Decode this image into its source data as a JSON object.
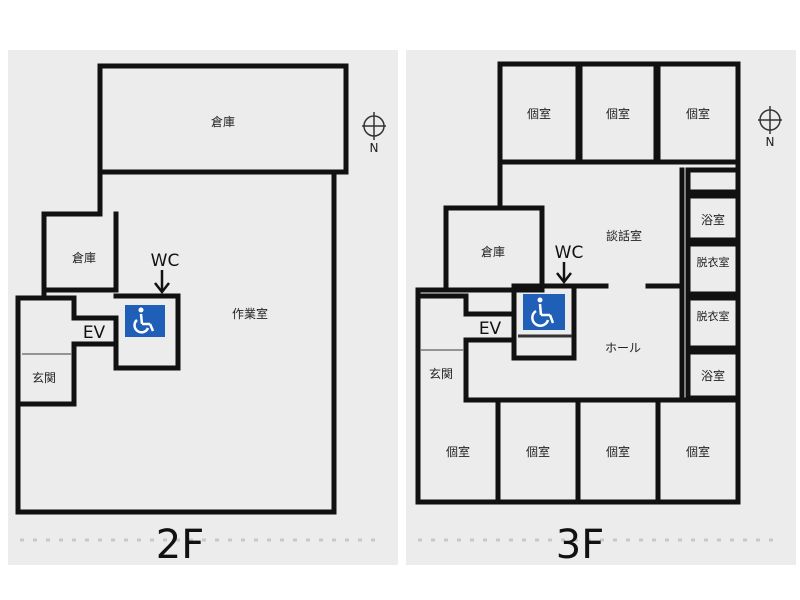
{
  "floors": [
    {
      "id": "2f",
      "label": "2F",
      "rooms": {
        "storage_top": "倉庫",
        "storage_small": "倉庫",
        "workroom": "作業室",
        "elevator": "EV",
        "entrance": "玄関",
        "wc": "WC"
      },
      "compass": "N"
    },
    {
      "id": "3f",
      "label": "3F",
      "rooms": {
        "private_top": [
          "個室",
          "個室",
          "個室"
        ],
        "private_bottom": [
          "個室",
          "個室",
          "個室",
          "個室"
        ],
        "lounge": "談話室",
        "hall": "ホール",
        "bath_top": "浴室",
        "changing_1": "脱衣室",
        "changing_2": "脱衣室",
        "bath_bottom": "浴室",
        "storage": "倉庫",
        "elevator": "EV",
        "entrance": "玄関",
        "wc": "WC"
      },
      "compass": "N"
    }
  ],
  "colors": {
    "wall": "#111111",
    "background": "#ececec",
    "accessible": "#1f5fb8",
    "dots": "#c8c8c8"
  }
}
